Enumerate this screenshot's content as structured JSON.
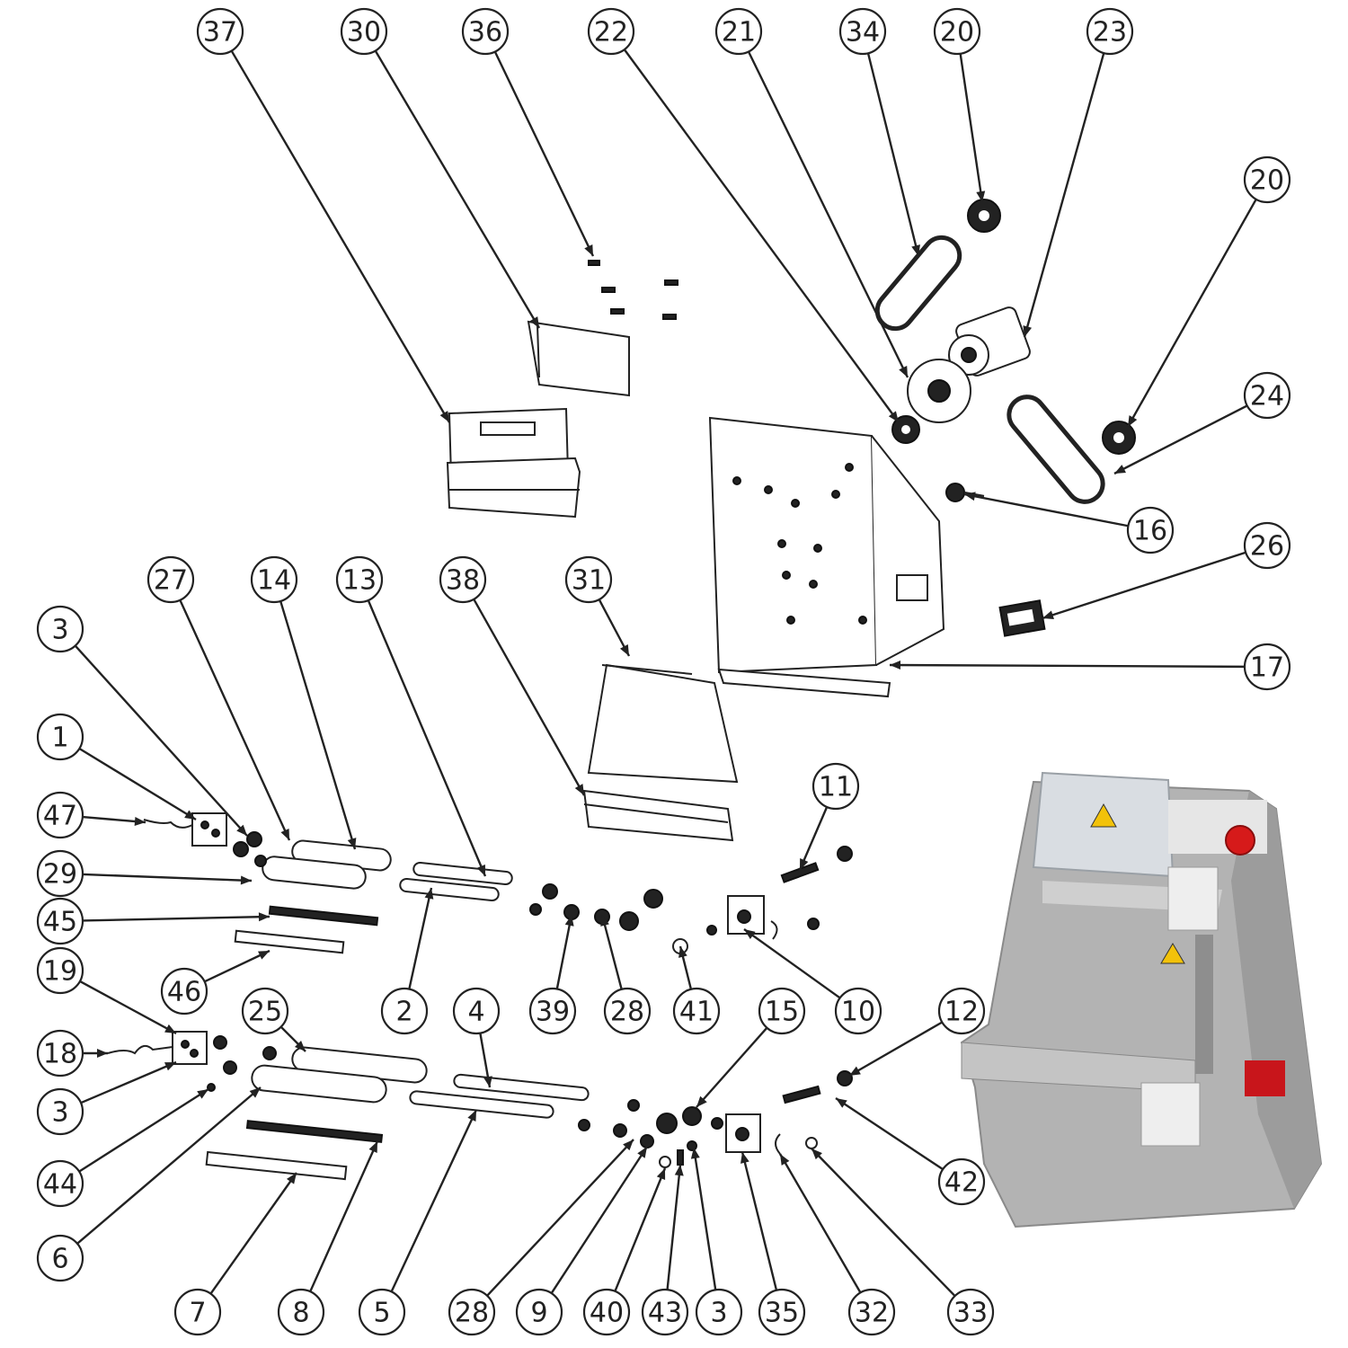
{
  "callouts": [
    "37",
    "30",
    "36",
    "22",
    "21",
    "34",
    "20",
    "23",
    "20",
    "24",
    "16",
    "26",
    "17",
    "27",
    "14",
    "13",
    "38",
    "31",
    "3",
    "1",
    "47",
    "29",
    "45",
    "19",
    "46",
    "2",
    "39",
    "28",
    "41",
    "10",
    "11",
    "18",
    "3",
    "44",
    "6",
    "25",
    "4",
    "15",
    "12",
    "42",
    "7",
    "8",
    "5",
    "28",
    "9",
    "40",
    "43",
    "3",
    "35",
    "32",
    "33"
  ],
  "colors": {
    "line": "#222222",
    "machine_body": "#a9a9a9",
    "warning": "#f2c20a",
    "emergency_stop": "#d61a1a",
    "label_red": "#c8151b"
  }
}
